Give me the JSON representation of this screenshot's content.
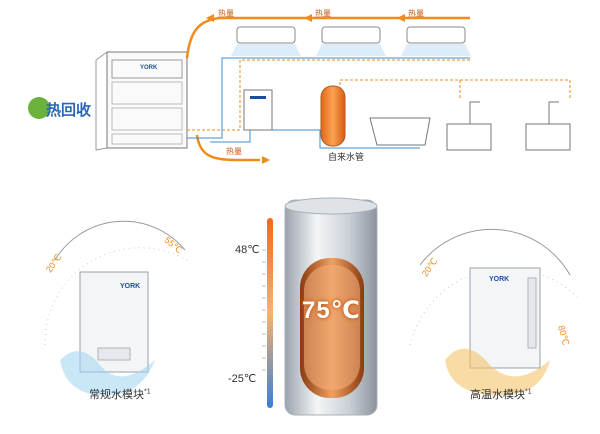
{
  "diagram": {
    "heat_labels": [
      "热量",
      "热量",
      "热量",
      "热量"
    ],
    "tap_water_label": "自来水管",
    "badge_text": "热回收",
    "brand": "YORK",
    "colors": {
      "hot_flow": "#f28a1c",
      "cold_flow": "#3a8fd6",
      "brand_blue": "#1b4f9c",
      "badge_green": "#6bb33c"
    }
  },
  "thermometer": {
    "high": "48℃",
    "low": "-25℃"
  },
  "tank": {
    "temp": "75℃"
  },
  "modules": {
    "left_caption": "常规水模块",
    "left_note": "*1",
    "right_caption": "高温水模块",
    "right_note": "*1",
    "left_gauge_highlight": [
      "20℃",
      "55℃"
    ],
    "right_gauge_highlight": [
      "20℃",
      "80℃"
    ]
  }
}
